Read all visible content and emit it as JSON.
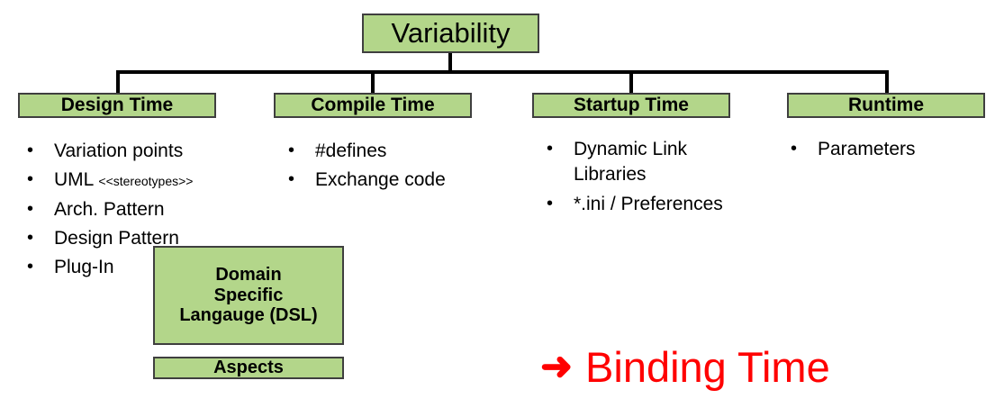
{
  "diagram": {
    "root": {
      "label": "Variability"
    },
    "levels": [
      {
        "label": "Design Time"
      },
      {
        "label": "Compile Time"
      },
      {
        "label": "Startup Time"
      },
      {
        "label": "Runtime"
      }
    ],
    "columns": [
      {
        "key": "design-time",
        "items": [
          {
            "text": "Variation points",
            "note": ""
          },
          {
            "text": "UML ",
            "note": "<<stereotypes>>"
          },
          {
            "text": "Arch. Pattern",
            "note": ""
          },
          {
            "text": "Design Pattern",
            "note": ""
          },
          {
            "text": "Plug-In",
            "note": ""
          }
        ]
      },
      {
        "key": "compile-time",
        "items": [
          {
            "text": "#defines",
            "note": ""
          },
          {
            "text": "Exchange code",
            "note": ""
          }
        ]
      },
      {
        "key": "startup-time",
        "items": [
          {
            "text": "Dynamic Link Libraries",
            "note": ""
          },
          {
            "text": "*.ini / Preferences",
            "note": ""
          }
        ]
      },
      {
        "key": "runtime",
        "items": [
          {
            "text": "Parameters",
            "note": ""
          }
        ]
      }
    ],
    "aux_boxes": [
      {
        "key": "dsl",
        "line1": "Domain",
        "line2": "Specific",
        "line3": "Langauge (DSL)"
      },
      {
        "key": "aspects",
        "label": "Aspects"
      }
    ],
    "callout": {
      "arrow": "➜",
      "label": "Binding Time"
    },
    "bullet_glyph": "•",
    "colors": {
      "box_fill": "#b3d68a",
      "box_border": "#3f3f3f",
      "line": "#000000",
      "callout": "#ff0000",
      "text": "#000000"
    }
  }
}
